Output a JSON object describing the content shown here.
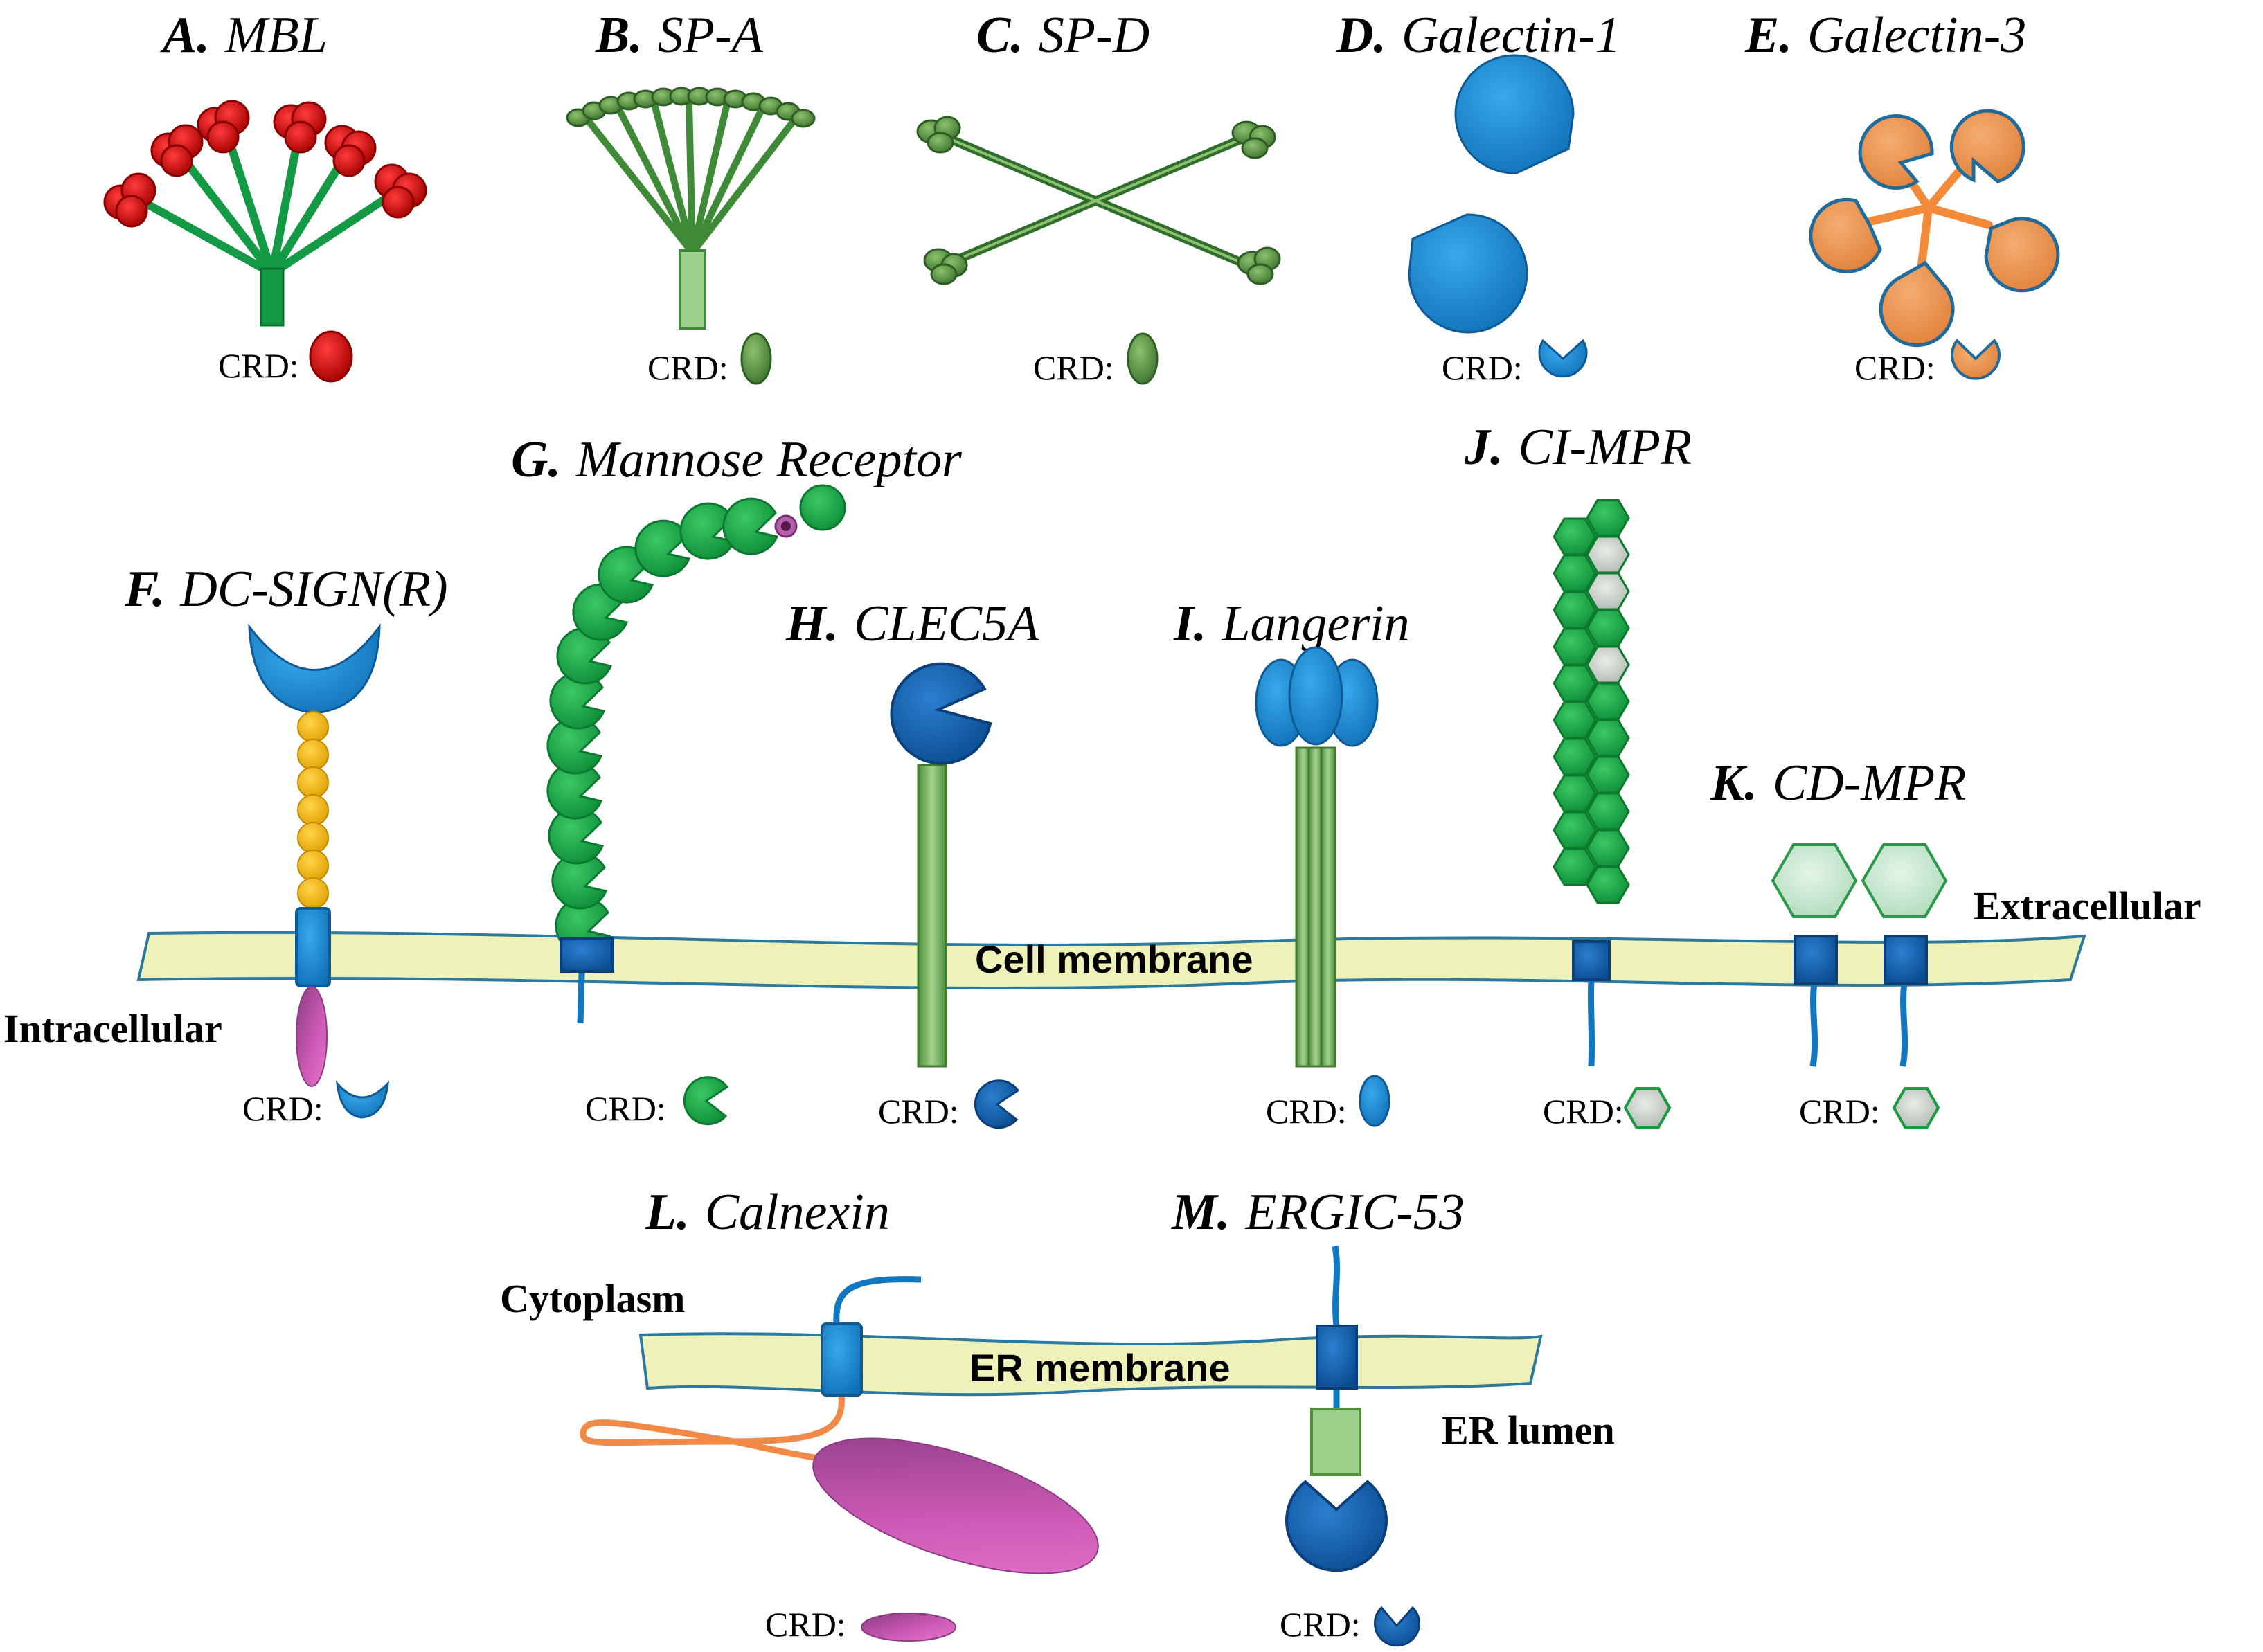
{
  "panels": {
    "A": {
      "letter": "A.",
      "name": "MBL",
      "crd": "CRD:"
    },
    "B": {
      "letter": "B.",
      "name": "SP-A",
      "crd": "CRD:"
    },
    "C": {
      "letter": "C.",
      "name": "SP-D",
      "crd": "CRD:"
    },
    "D": {
      "letter": "D.",
      "name": "Galectin-1",
      "crd": "CRD:"
    },
    "E": {
      "letter": "E.",
      "name": "Galectin-3",
      "crd": "CRD:"
    },
    "F": {
      "letter": "F.",
      "name": "DC-SIGN(R)",
      "crd": "CRD:"
    },
    "G": {
      "letter": "G.",
      "name": "Mannose Receptor",
      "crd": "CRD:"
    },
    "H": {
      "letter": "H.",
      "name": "CLEC5A",
      "crd": "CRD:"
    },
    "I": {
      "letter": "I.",
      "name": "Langerin",
      "crd": "CRD:"
    },
    "J": {
      "letter": "J.",
      "name": "CI-MPR",
      "crd": "CRD:"
    },
    "K": {
      "letter": "K.",
      "name": "CD-MPR",
      "crd": "CRD:"
    },
    "L": {
      "letter": "L.",
      "name": "Calnexin",
      "crd": "CRD:"
    },
    "M": {
      "letter": "M.",
      "name": "ERGIC-53",
      "crd": "CRD:"
    }
  },
  "labels": {
    "cell_membrane": "Cell membrane",
    "extracellular": "Extracellular",
    "intracellular": "Intracellular",
    "er_membrane": "ER membrane",
    "cytoplasm": "Cytoplasm",
    "er_lumen": "ER lumen"
  },
  "colors": {
    "red": "#cc0000",
    "dark_green": "#2e6e2a",
    "green": "#0f9a3c",
    "blue": "#1377c0",
    "dark_blue": "#0b4f9c",
    "orange": "#e8904a",
    "yellow": "#f5b800",
    "magenta": "#cc4aa8",
    "pale_green": "#c4e8cf",
    "membrane": "#eef2b8"
  }
}
